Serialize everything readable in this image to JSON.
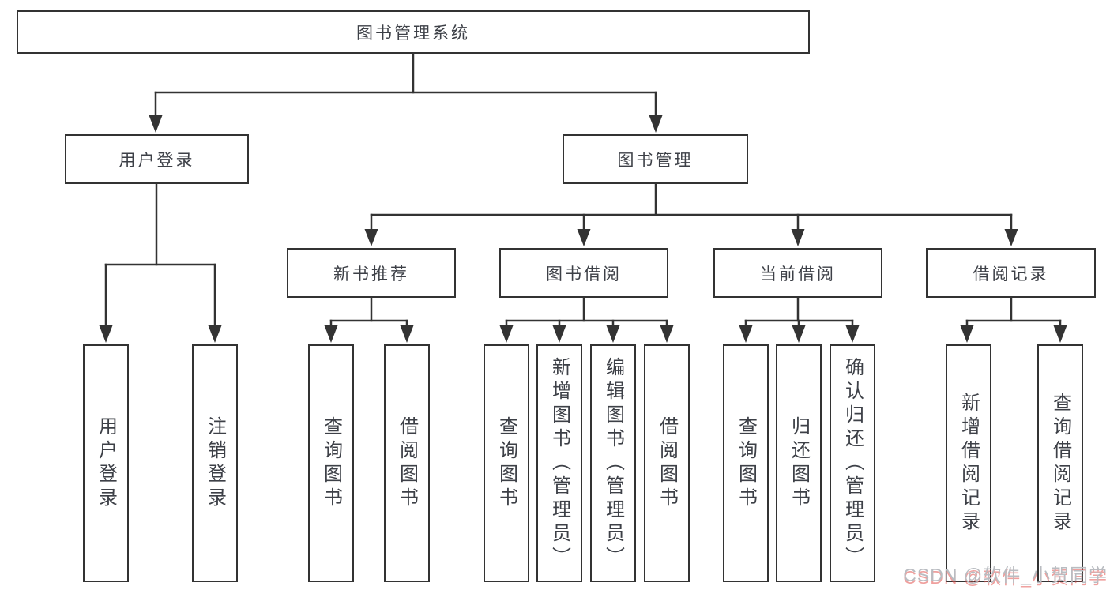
{
  "colors": {
    "background": "#ffffff",
    "line": "#333333",
    "text": "#3d4047",
    "watermark_text": "#b9bcc1",
    "watermark_accent": "#e2504c"
  },
  "diagram": {
    "root": {
      "label": "图书管理系统"
    },
    "branches": [
      {
        "label": "用户登录",
        "children": [
          {
            "label": "用户登录"
          },
          {
            "label": "注销登录"
          }
        ]
      },
      {
        "label": "图书管理",
        "children": [
          {
            "label": "新书推荐",
            "children": [
              {
                "label": "查询图书"
              },
              {
                "label": "借阅图书"
              }
            ]
          },
          {
            "label": "图书借阅",
            "children": [
              {
                "label": "查询图书"
              },
              {
                "label": "新增图书（管理员）"
              },
              {
                "label": "编辑图书（管理员）"
              },
              {
                "label": "借阅图书"
              }
            ]
          },
          {
            "label": "当前借阅",
            "children": [
              {
                "label": "查询图书"
              },
              {
                "label": "归还图书"
              },
              {
                "label": "确认归还（管理员）"
              }
            ]
          },
          {
            "label": "借阅记录",
            "children": [
              {
                "label": "新增借阅记录"
              },
              {
                "label": "查询借阅记录"
              }
            ]
          }
        ]
      }
    ]
  },
  "watermark": {
    "text": "CSDN @软件_小贺同学"
  }
}
